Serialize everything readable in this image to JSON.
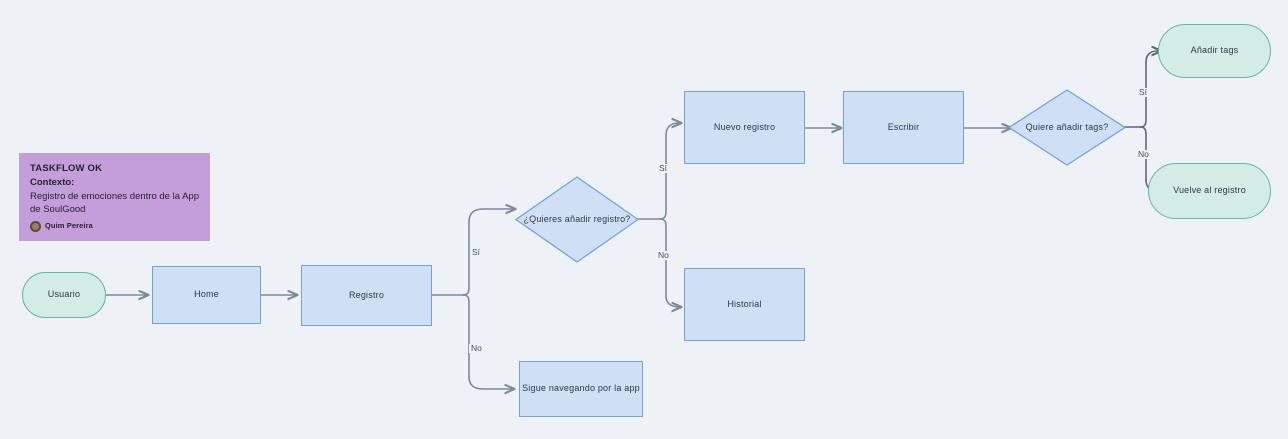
{
  "canvas": {
    "background": "#eef2f6",
    "node_blue_fill": "#cfe0f5",
    "node_blue_stroke": "#6fa3e0",
    "node_green_fill": "#d4ece6",
    "node_green_stroke": "#5fb9a6",
    "edge_color_left": "#7b8a99",
    "edge_color_right": "#5a6b75",
    "note_color": "#c49ddb"
  },
  "note": {
    "title": "TASKFLOW OK",
    "subtitle": "Contexto:",
    "body": "Registro de emociones dentro de la App de SoulGood",
    "author": "Quim Pereira"
  },
  "nodes": {
    "usuario": {
      "label": "Usuario",
      "type": "terminal"
    },
    "home": {
      "label": "Home",
      "type": "process"
    },
    "registro": {
      "label": "Registro",
      "type": "process"
    },
    "quieres_anadir_registro": {
      "label": "¿Quieres añadir registro?",
      "type": "decision"
    },
    "sigue_navegando": {
      "label": "Sigue navegando por la app",
      "type": "process"
    },
    "nuevo_registro": {
      "label": "Nuevo registro",
      "type": "process"
    },
    "historial": {
      "label": "Historial",
      "type": "process"
    },
    "escribir": {
      "label": "Escribir",
      "type": "process"
    },
    "quiere_anadir_tags": {
      "label": "Quiere añadir tags?",
      "type": "decision"
    },
    "anadir_tags": {
      "label": "Añadir tags",
      "type": "terminal"
    },
    "vuelve_al_registro": {
      "label": "Vuelve al registro",
      "type": "terminal"
    }
  },
  "edge_labels": {
    "registro_si": "Sí",
    "registro_no": "No",
    "decision1_si": "Sí",
    "decision1_no": "No",
    "tags_si": "Sí",
    "tags_no": "No"
  }
}
